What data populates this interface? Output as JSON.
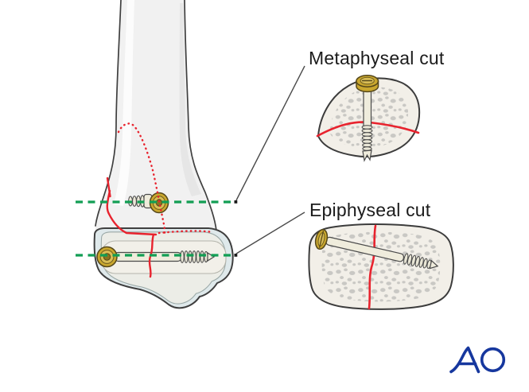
{
  "figure": {
    "labels": {
      "metaphyseal": "Metaphyseal cut",
      "epiphyseal": "Epiphyseal cut"
    },
    "logo": {
      "text": "AO"
    }
  },
  "colors": {
    "cut-green": "#129e54",
    "fracture-red": "#e8232e",
    "logo-blue": "#16379e",
    "bone-fill": "#f1f1f1",
    "outline": "#3f3f3f",
    "cartilage": "#dfe9eb",
    "cut-surface": "#ecede7",
    "inset-fill": "#f2efe8",
    "speckle": "#c9c8c4",
    "screw-gold": "#c9a72e",
    "screw-shaft": "#efecdc",
    "label-text": "#1b1b1b",
    "leader": "#4a4a4a"
  }
}
